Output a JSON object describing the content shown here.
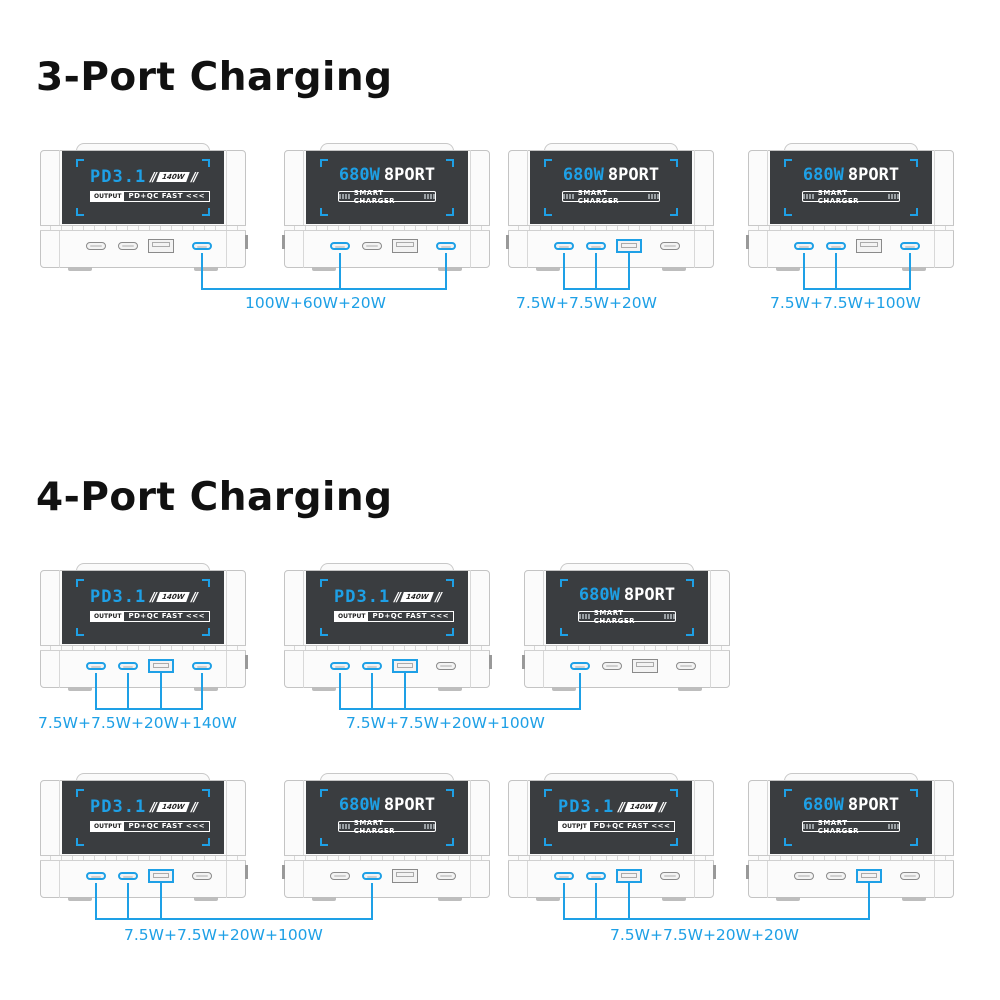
{
  "sections": {
    "three_port": {
      "title": "3-Port Charging"
    },
    "four_port": {
      "title": "4-Port Charging"
    }
  },
  "devices": {
    "pd": {
      "title": "PD3.1",
      "watt_badge": "140W",
      "output_label": "OUTPUT",
      "output_label_alt": "OUTPJT",
      "fast_label": "PD+QC FAST <<<"
    },
    "charger": {
      "watt": "680W",
      "ports": "8PORT",
      "subtitle": "SMART CHARGER"
    }
  },
  "port_layout": [
    "usb-c",
    "usb-c",
    "usb-a",
    "usb-c"
  ],
  "combos": {
    "row1": [
      {
        "label": "100W+60W+20W",
        "devices": [
          "pd",
          "charger"
        ],
        "active_ports": [
          [
            3
          ],
          [
            0,
            3
          ]
        ]
      },
      {
        "label": "7.5W+7.5W+20W",
        "devices": [
          "charger"
        ],
        "active_ports": [
          [
            0,
            1,
            2
          ]
        ]
      },
      {
        "label": "7.5W+7.5W+100W",
        "devices": [
          "charger"
        ],
        "active_ports": [
          [
            0,
            1,
            3
          ]
        ]
      }
    ],
    "row2": [
      {
        "label": "7.5W+7.5W+20W+140W",
        "devices": [
          "pd"
        ],
        "active_ports": [
          [
            0,
            1,
            2,
            3
          ]
        ]
      },
      {
        "label": "7.5W+7.5W+20W+100W",
        "devices": [
          "pd",
          "charger"
        ],
        "active_ports": [
          [
            0,
            1,
            2
          ],
          [
            0
          ]
        ]
      }
    ],
    "row3": [
      {
        "label": "7.5W+7.5W+20W+100W",
        "devices": [
          "pd",
          "charger"
        ],
        "active_ports": [
          [
            0,
            1,
            2
          ],
          [
            1
          ]
        ]
      },
      {
        "label": "7.5W+7.5W+20W+20W",
        "devices": [
          "pd",
          "charger"
        ],
        "active_ports": [
          [
            0,
            1,
            2
          ],
          [
            2
          ]
        ]
      }
    ]
  },
  "colors": {
    "accent": "#1ea0e6",
    "screen": "#3a3d40",
    "title": "#111111"
  }
}
